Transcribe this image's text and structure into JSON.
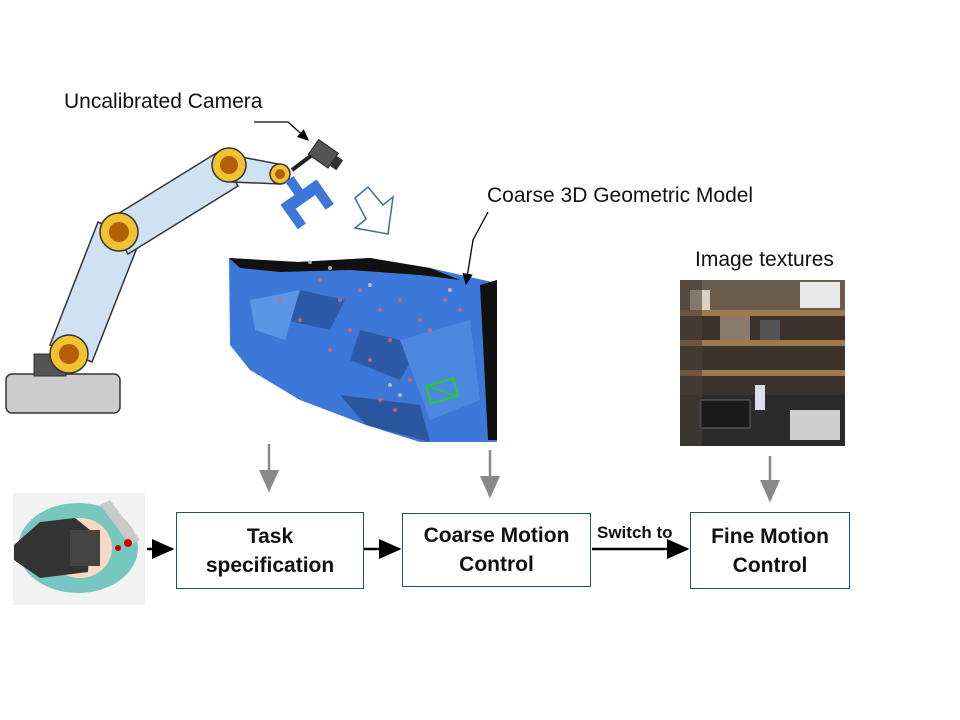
{
  "labels": {
    "camera": "Uncalibrated Camera",
    "model": "Coarse 3D Geometric Model",
    "textures": "Image textures",
    "switch": "Switch to"
  },
  "boxes": {
    "task": [
      "Task",
      "specification"
    ],
    "coarse": [
      "Coarse Motion",
      "Control"
    ],
    "fine": [
      "Fine Motion",
      "Control"
    ]
  },
  "colors": {
    "arm_fill": "#cfe2f3",
    "arm_stroke": "#333333",
    "joint_outer": "#f1c232",
    "joint_inner": "#b45f06",
    "base": "#cccccc",
    "model_blue": "#3c78d8",
    "box_border": "#1f4e79",
    "arrow_gray": "#888888"
  }
}
